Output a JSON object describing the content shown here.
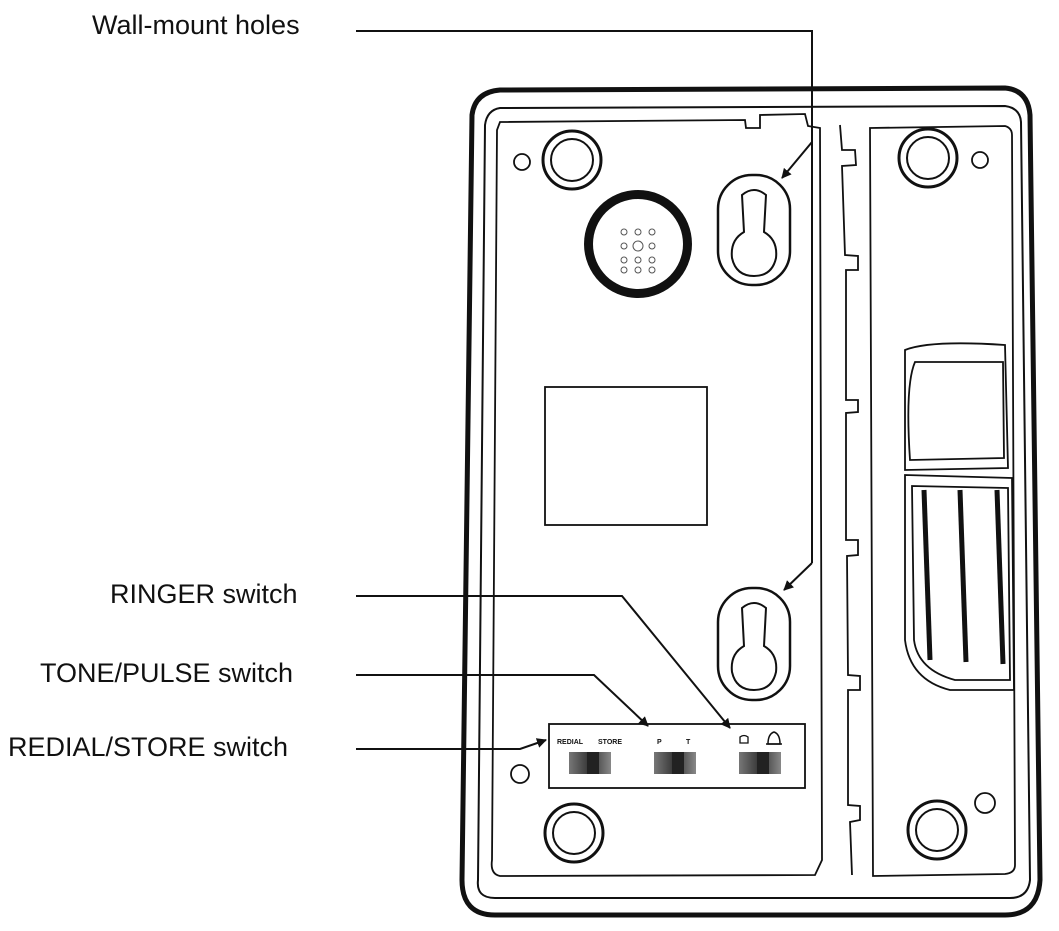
{
  "callouts": {
    "wall_mount": "Wall-mount holes",
    "ringer": "RINGER switch",
    "tone_pulse": "TONE/PULSE switch",
    "redial_store": "REDIAL/STORE switch"
  },
  "switch_panel": {
    "redial": "REDIAL",
    "store": "STORE",
    "p": "P",
    "t": "T"
  },
  "colors": {
    "line": "#111111",
    "background": "#ffffff"
  }
}
